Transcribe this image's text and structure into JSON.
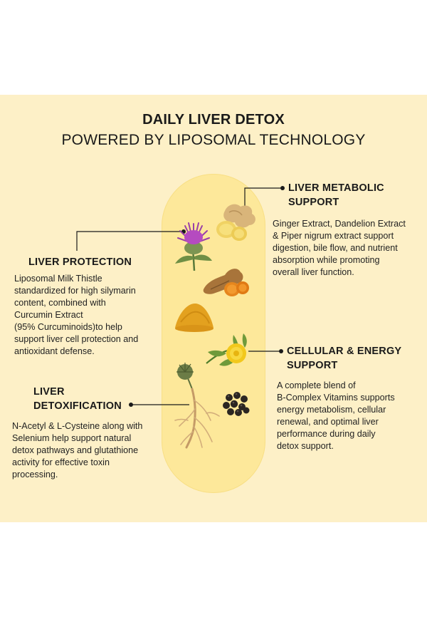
{
  "header": {
    "title": "DAILY LIVER DETOX",
    "subtitle": "POWERED BY LIPOSOMAL TECHNOLOGY"
  },
  "callouts": {
    "metabolic": {
      "heading_line1": "LIVER METABOLIC",
      "heading_line2": "SUPPORT",
      "desc": [
        "Ginger Extract, Dandelion Extract",
        "& Piper nigrum extract support",
        "digestion, bile flow, and nutrient",
        "absorption while promoting",
        "overall liver function."
      ]
    },
    "protection": {
      "heading": "LIVER PROTECTION",
      "desc": [
        "Liposomal Milk Thistle",
        "standardized for high silymarin",
        "content, combined with",
        "Curcumin Extract",
        "(95% Curcuminoids)to help",
        "support liver cell protection and",
        "antioxidant defense."
      ]
    },
    "cellular": {
      "heading_line1": "CELLULAR & ENERGY",
      "heading_line2": "SUPPORT",
      "desc": [
        "A complete blend of",
        "B-Complex Vitamins supports",
        "energy metabolism, cellular",
        "renewal, and optimal liver",
        "performance during daily",
        "detox support."
      ]
    },
    "detox": {
      "heading_line1": "LIVER",
      "heading_line2": "DETOXIFICATION",
      "desc": [
        "N-Acetyl & L-Cysteine along with",
        "Selenium help support natural",
        "detox pathways and glutathione",
        "activity for effective toxin",
        "processing."
      ]
    }
  },
  "ingredients": [
    "milk-thistle-icon",
    "ginger-icon",
    "turmeric-root-icon",
    "turmeric-powder-icon",
    "dandelion-icon",
    "burdock-root-icon",
    "black-pepper-icon"
  ],
  "colors": {
    "background": "#fdf0c7",
    "capsule": "#fde89a",
    "text": "#1a1a1a"
  }
}
